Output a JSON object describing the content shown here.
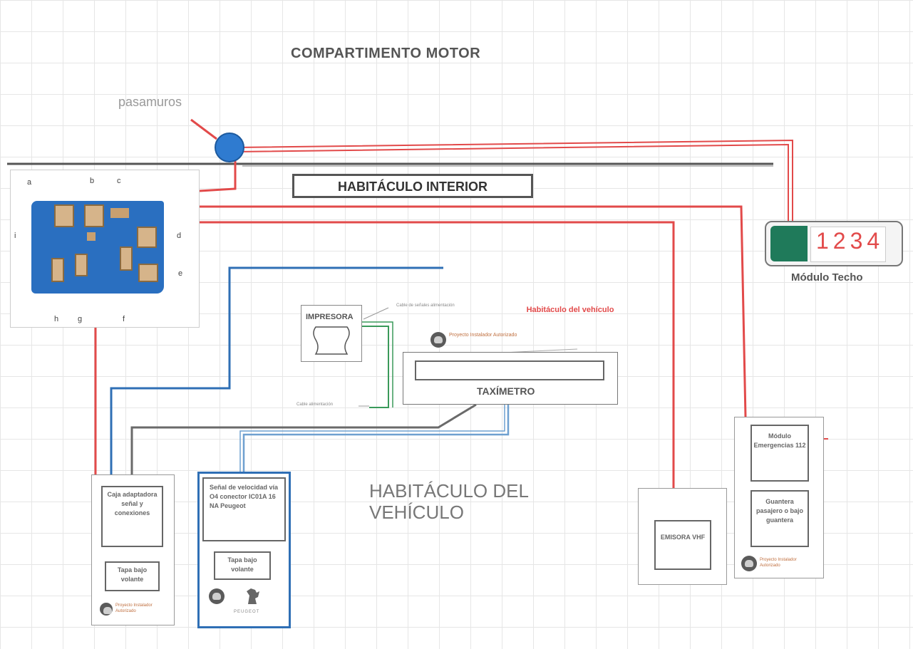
{
  "title": "COMPARTIMENTO MOTOR",
  "pasamuros": "pasamuros",
  "habitaculo_interior": "HABITÁCULO INTERIOR",
  "modulo_techo": {
    "display": "1234",
    "label": "Módulo Techo"
  },
  "fuse_box": {
    "labels": [
      "a",
      "b",
      "c",
      "d",
      "e",
      "f",
      "g",
      "h",
      "i"
    ]
  },
  "impresora": "IMPRESORA",
  "cable_senales": "Cable de señales alimentación",
  "cable_alimentacion": "Cable alimentación",
  "habitaculo_vehiculo_red": "Habitáculo del vehículo",
  "proyecto_note": "Proyecto Instalador Autorizado",
  "taximetro": "TAXÍMETRO",
  "habitaculo_vehiculo_big": "HABITÁCULO DEL VEHÍCULO",
  "caja": {
    "main": "Caja adaptadora señal y conexiones",
    "sub": "Tapa bajo volante",
    "note": "Proyecto Instalador Autorizado"
  },
  "senal": {
    "main": "Señal de velocidad vía O4 conector IC01A 16 NA Peugeot",
    "sub": "Tapa bajo volante",
    "brand": "PEUGEOT"
  },
  "emisora": "EMISORA VHF",
  "modulo_emergencias": "Módulo Emergencias 112",
  "guantera": "Guantera pasajero o bajo guantera",
  "emergencias_note": "Proyecto Instalador Autorizado",
  "colors": {
    "red": "#e24a4a",
    "blue": "#2f6fb5",
    "green": "#3a9a5a",
    "gray": "#6a6a6a",
    "teal": "#1f7a5a"
  }
}
